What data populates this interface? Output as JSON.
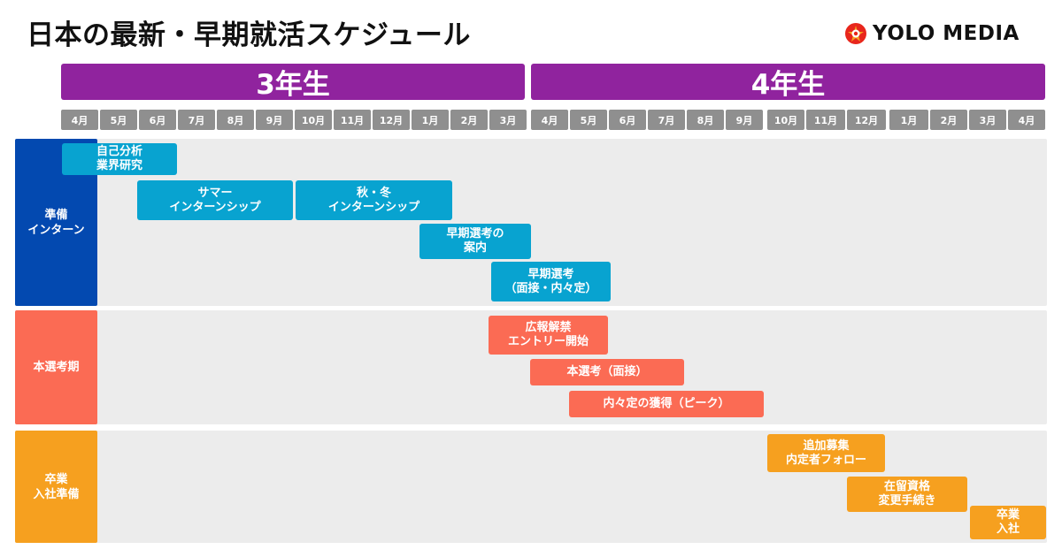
{
  "title": "日本の最新・早期就活スケジュール",
  "logo_text": "YOLO MEDIA",
  "years": [
    "3年生",
    "4年生"
  ],
  "months": [
    "4月",
    "5月",
    "6月",
    "7月",
    "8月",
    "9月",
    "10月",
    "11月",
    "12月",
    "1月",
    "2月",
    "3月",
    "4月",
    "5月",
    "6月",
    "7月",
    "8月",
    "9月",
    "10月",
    "11月",
    "12月",
    "1月",
    "2月",
    "3月",
    "4月"
  ],
  "sections": [
    {
      "lines": [
        "準備",
        "インターン"
      ],
      "color": "#0349b0"
    },
    {
      "lines": [
        "本選考期"
      ],
      "color": "#fb6b54"
    },
    {
      "lines": [
        "卒業",
        "入社準備"
      ],
      "color": "#f6a01f"
    }
  ],
  "tasks": [
    {
      "lines": [
        "自己分析",
        "業界研究"
      ],
      "section": 0
    },
    {
      "lines": [
        "サマー",
        "インターンシップ"
      ],
      "section": 0
    },
    {
      "lines": [
        "秋・冬",
        "インターンシップ"
      ],
      "section": 0
    },
    {
      "lines": [
        "早期選考の",
        "案内"
      ],
      "section": 0
    },
    {
      "lines": [
        "早期選考",
        "（面接・内々定）"
      ],
      "section": 0
    },
    {
      "lines": [
        "広報解禁",
        "エントリー開始"
      ],
      "section": 1
    },
    {
      "lines": [
        "本選考（面接）"
      ],
      "section": 1
    },
    {
      "lines": [
        "内々定の獲得（ピーク）"
      ],
      "section": 1
    },
    {
      "lines": [
        "追加募集",
        "内定者フォロー"
      ],
      "section": 2
    },
    {
      "lines": [
        "在留資格",
        "変更手続き"
      ],
      "section": 2
    },
    {
      "lines": [
        "卒業",
        "入社"
      ],
      "section": 2
    }
  ],
  "colors": {
    "year_bar": "#90239e",
    "month_chip": "#8f8f8f",
    "section_background": "#ececec",
    "task_blue": "#08a3d0",
    "task_red": "#fb6b54",
    "task_orange": "#f6a01f"
  }
}
